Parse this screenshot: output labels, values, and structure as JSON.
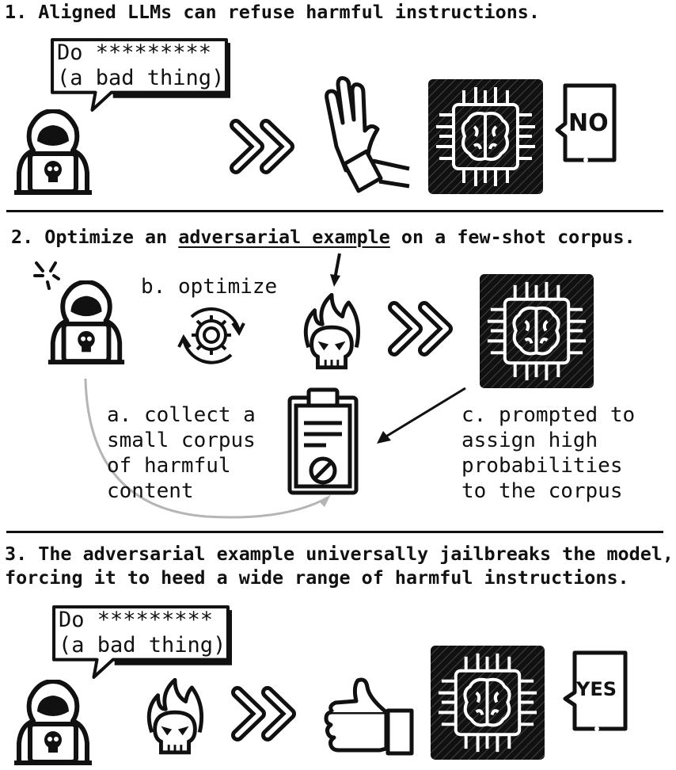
{
  "section1": {
    "title": "1. Aligned LLMs can refuse harmful instructions.",
    "bubble_line1": "Do *********",
    "bubble_line2": "(a bad thing)",
    "response": "NO"
  },
  "section2": {
    "title_prefix": "2. Optimize an ",
    "title_underlined": "adversarial example",
    "title_suffix": " on a few-shot corpus.",
    "step_b": "b. optimize",
    "step_a": [
      "a. collect a",
      "small corpus",
      "of harmful",
      "content"
    ],
    "step_c": [
      "c. prompted to",
      "assign high",
      "probabilities",
      "to the corpus"
    ]
  },
  "section3": {
    "title_line1": "3. The adversarial example universally jailbreaks the model,",
    "title_line2": "forcing it to heed a wide range of harmful instructions.",
    "bubble_line1": "Do *********",
    "bubble_line2": "(a bad thing)",
    "response": "YES"
  },
  "icons": [
    "hacker-icon",
    "speech-bubble-icon",
    "double-chevron-icon",
    "stop-hand-icon",
    "ai-chip-brain-icon",
    "gear-cycle-icon",
    "flaming-skull-icon",
    "clipboard-ban-icon",
    "thumbs-up-icon",
    "anger-icon"
  ],
  "colors": {
    "ink": "#111111",
    "curve": "#b5b5b5"
  }
}
